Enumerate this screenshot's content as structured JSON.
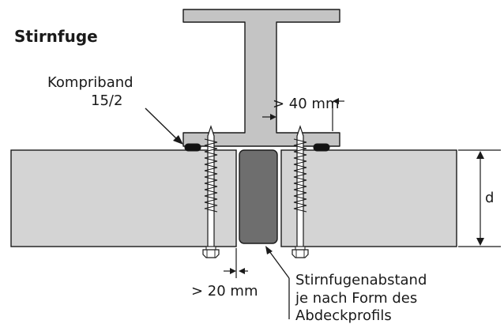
{
  "title": "Stirnfuge",
  "labels": {
    "kompriband_line1": "Kompriband",
    "kompriband_line2": "15/2",
    "gap_40": "> 40 mm",
    "gap_20": "> 20 mm",
    "thickness": "d",
    "joint_line1": "Stirnfugenabstand",
    "joint_line2": "je nach Form des",
    "joint_line3": "Abdeckprofils"
  },
  "colors": {
    "panel": "#d4d4d4",
    "steel": "#c4c4c4",
    "cover_profile": "#6e6e6e",
    "outline": "#1a1a1a",
    "sealing_tape": "#111111"
  }
}
